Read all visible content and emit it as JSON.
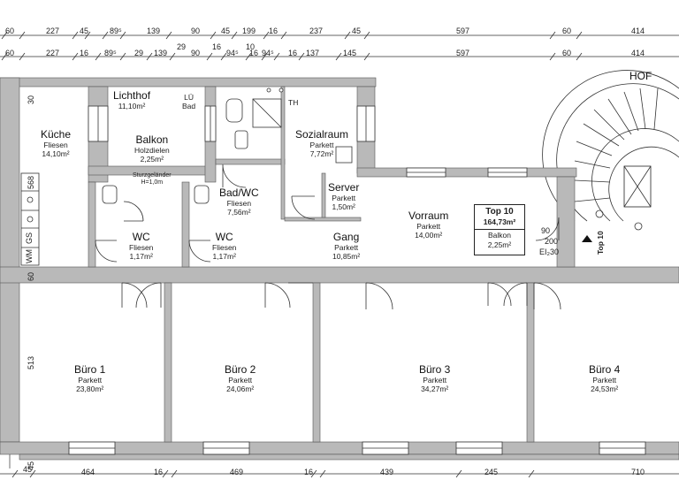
{
  "dims_top_row1": [
    "60",
    "227",
    "45",
    "89⁵",
    "139",
    "90",
    "45",
    "199",
    "16",
    "237",
    "45",
    "597",
    "60",
    "414"
  ],
  "dims_top_row1_extra": [
    "29",
    "16",
    "10"
  ],
  "dims_top_row2": [
    "60",
    "227",
    "16",
    "89⁵",
    "29",
    "139",
    "90",
    "94⁵",
    "16",
    "94⁵",
    "16",
    "137",
    "145",
    "597",
    "60",
    "414"
  ],
  "dims_bottom": [
    "45",
    "464",
    "16",
    "469",
    "16",
    "439",
    "245",
    "710"
  ],
  "dims_left": [
    "30",
    "568",
    "60",
    "513",
    "45"
  ],
  "hof": "HOF",
  "rooms": {
    "kueche": {
      "name": "Küche",
      "floor": "Fliesen",
      "area": "14,10m²"
    },
    "lichthof": {
      "name": "Lichthof",
      "area": "11,10m²"
    },
    "lue_bad": {
      "line1": "LÜ",
      "line2": "Bad"
    },
    "balkon": {
      "name": "Balkon",
      "floor": "Holzdielen",
      "area": "2,25m²",
      "note1": "Sturzgeländer",
      "note2": "H=1,0m"
    },
    "th": "TH",
    "sozialraum": {
      "name": "Sozialraum",
      "floor": "Parkett",
      "area": "7,72m²"
    },
    "server": {
      "name": "Server",
      "floor": "Parkett",
      "area": "1,50m²"
    },
    "badwc": {
      "name": "Bad/WC",
      "floor": "Fliesen",
      "area": "7,56m²"
    },
    "wc1": {
      "name": "WC",
      "floor": "Fliesen",
      "area": "1,17m²"
    },
    "wc2": {
      "name": "WC",
      "floor": "Fliesen",
      "area": "1,17m²"
    },
    "gang": {
      "name": "Gang",
      "floor": "Parkett",
      "area": "10,85m²"
    },
    "vorraum": {
      "name": "Vorraum",
      "floor": "Parkett",
      "area": "14,00m²"
    },
    "buero1": {
      "name": "Büro 1",
      "floor": "Parkett",
      "area": "23,80m²"
    },
    "buero2": {
      "name": "Büro 2",
      "floor": "Parkett",
      "area": "24,06m²"
    },
    "buero3": {
      "name": "Büro 3",
      "floor": "Parkett",
      "area": "34,27m²"
    },
    "buero4": {
      "name": "Büro 4",
      "floor": "Parkett",
      "area": "24,53m²"
    }
  },
  "topbox": {
    "title": "Top 10",
    "area": "164,73m²",
    "balkon_label": "Balkon",
    "balkon_area": "2,25m²"
  },
  "door_info": {
    "w": "90",
    "h": "200",
    "ei": "EI₂30"
  },
  "top10_vertical": "Top 10",
  "appliances": [
    "GS",
    "WM"
  ]
}
